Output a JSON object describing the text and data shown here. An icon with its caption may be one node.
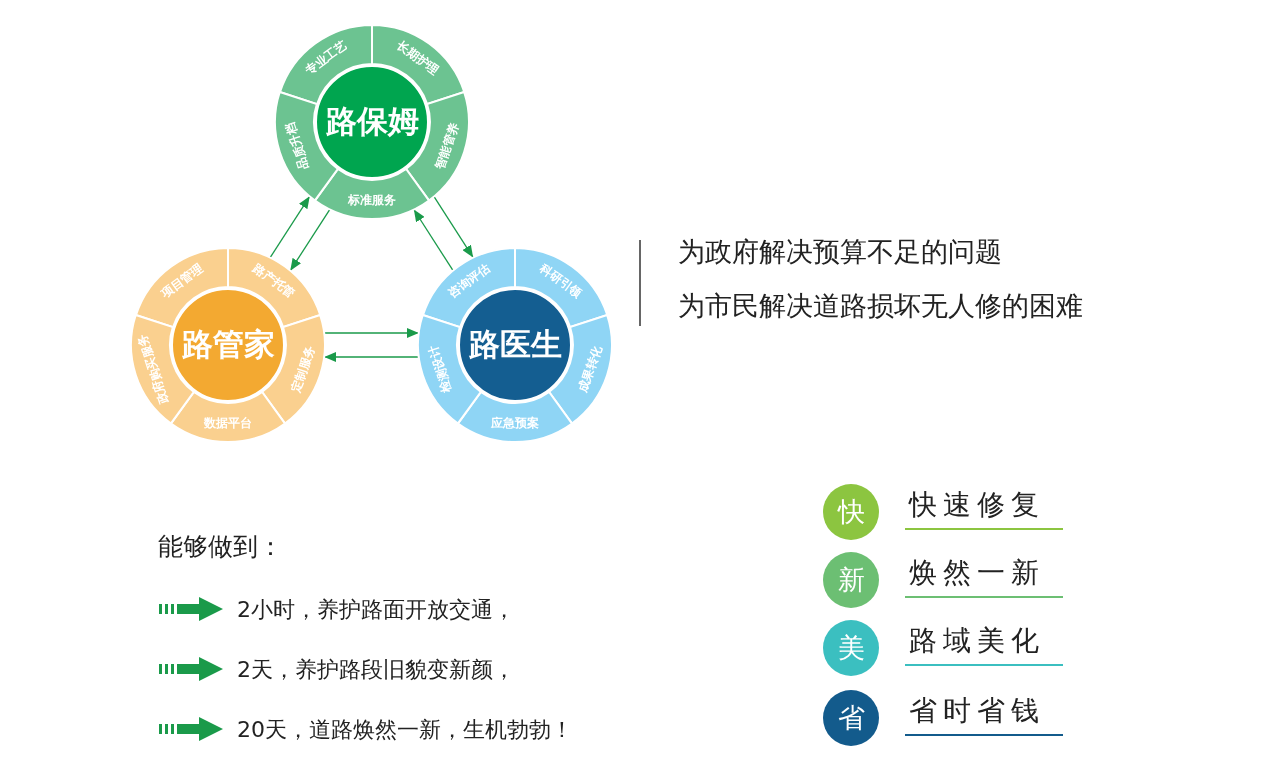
{
  "diagram": {
    "nodes": [
      {
        "text": [],
        "shape": "circle"
      },
      {
        "text": [
          "路保姆"
        ],
        "in": 0
      },
      {
        "text": [
          "专业工艺"
        ],
        "in": 0
      },
      {
        "text": [
          "长期护理"
        ],
        "in": 0
      },
      {
        "text": [
          "智能管养"
        ],
        "in": 0
      },
      {
        "text": [
          "标准服务"
        ],
        "in": 0
      },
      {
        "text": [
          "品质升档"
        ],
        "in": 0
      },
      {
        "text": [],
        "shape": "circle"
      },
      {
        "text": [
          "路管家"
        ],
        "in": 7
      },
      {
        "text": [
          "项目管理"
        ],
        "in": 7
      },
      {
        "text": [
          "路产托管"
        ],
        "in": 7
      },
      {
        "text": [
          "定制服务"
        ],
        "in": 7
      },
      {
        "text": [
          "数据平台"
        ],
        "in": 7
      },
      {
        "text": [
          "政府购买服务"
        ],
        "in": 7
      },
      {
        "text": [],
        "shape": "circle"
      },
      {
        "text": [
          "路医生"
        ],
        "in": 14
      },
      {
        "text": [
          "咨询评估"
        ],
        "in": 14
      },
      {
        "text": [
          "科研引领"
        ],
        "in": 14
      },
      {
        "text": [
          "成果转化"
        ],
        "in": 14
      },
      {
        "text": [
          "应急预案"
        ],
        "in": 14
      },
      {
        "text": [
          "检测设计"
        ],
        "in": 14
      },
      {
        "text": [
          "快"
        ],
        "beside": [
          "快速修复"
        ]
      },
      {
        "text": [
          "新"
        ],
        "beside": [
          "焕然一新"
        ]
      },
      {
        "text": [
          "美"
        ],
        "beside": [
          "路域美化"
        ]
      },
      {
        "text": [
          "省"
        ],
        "beside": [
          "省时省钱"
        ]
      }
    ],
    "edges": [
      {
        "from": 10,
        "to": 6,
        "arrow": "to"
      },
      {
        "from": 5,
        "to": 10,
        "arrow": "to"
      },
      {
        "from": 4,
        "to": 16,
        "arrow": "to"
      },
      {
        "from": 16,
        "to": 5,
        "arrow": "to"
      },
      {
        "from": 11,
        "to": 20,
        "arrow": "to"
      },
      {
        "from": 20,
        "to": 11,
        "arrow": "to"
      }
    ],
    "labels": [
      "为政府解决预算不足的问题",
      "为市民解决道路损坏无人修的困难",
      "能够做到：",
      "2小时，养护路面开放交通，",
      "2天，养护路段旧貌变新颜，",
      "20天，道路焕然一新，生机勃勃！"
    ]
  }
}
